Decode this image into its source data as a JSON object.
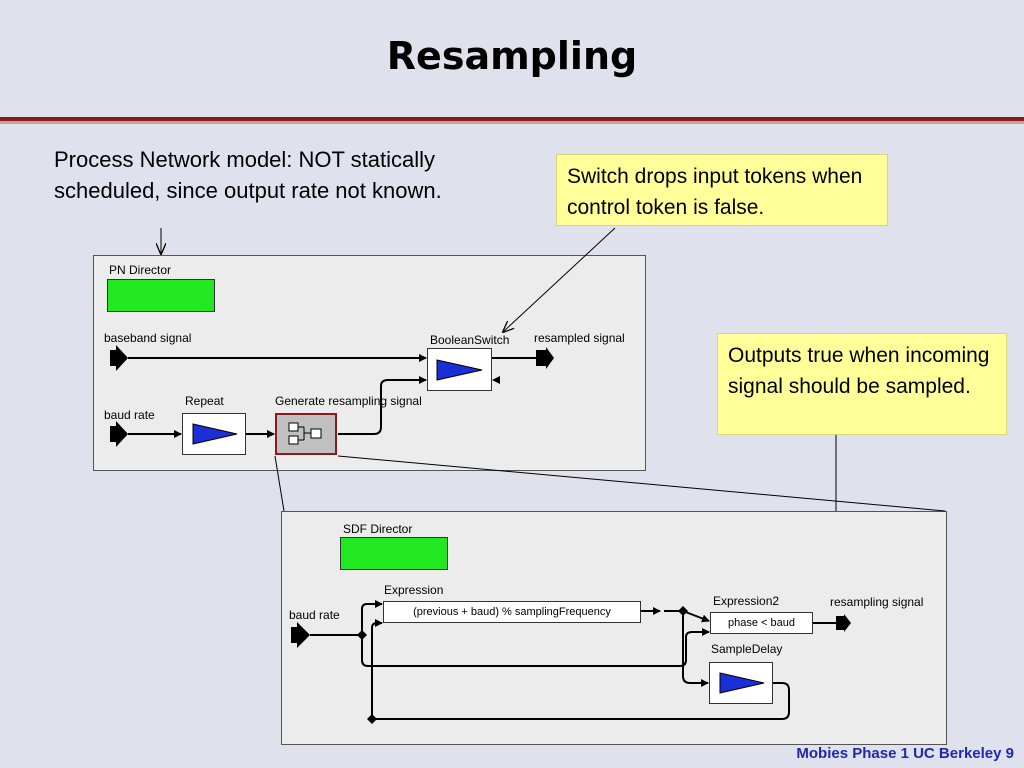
{
  "slide": {
    "title": "Resampling",
    "footer": "Mobies Phase 1 UC Berkeley  9"
  },
  "intro_text": "Process Network model: NOT statically scheduled, since output rate not known.",
  "callouts": {
    "switch": "Switch drops input tokens when control token is false.",
    "outputs": "Outputs true when incoming signal should be sampled."
  },
  "pn_model": {
    "director": "PN Director",
    "ports": {
      "baseband": "baseband signal",
      "baud": "baud rate",
      "resampled": "resampled signal"
    },
    "actors": {
      "repeat": "Repeat",
      "generate": "Generate resampling signal",
      "switch": "BooleanSwitch"
    }
  },
  "sdf_model": {
    "director": "SDF Director",
    "ports": {
      "baud": "baud rate",
      "resampling": "resampling signal"
    },
    "actors": {
      "expression_label": "Expression",
      "expression_value": "(previous + baud) % samplingFrequency",
      "expression2_label": "Expression2",
      "expression2_value": "phase < baud",
      "sampledelay_label": "SampleDelay"
    }
  },
  "colors": {
    "background": "#dfe1ec",
    "director": "#22e822",
    "callout": "#ffff99",
    "rule": "#8c1a1a",
    "footer": "#1f2aa8",
    "triangle": "#1a2fd6"
  }
}
